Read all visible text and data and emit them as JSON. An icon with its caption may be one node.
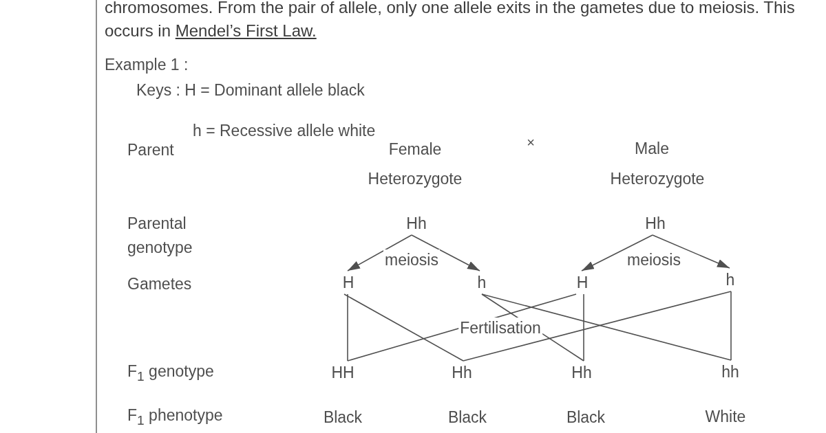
{
  "diagram": {
    "nodes": [
      {
        "text": [
          "Hh"
        ]
      },
      {
        "text": [
          "Hh"
        ]
      },
      {
        "text": [
          "H"
        ]
      },
      {
        "text": [
          "h"
        ]
      },
      {
        "text": [
          "H"
        ]
      },
      {
        "text": [
          "h"
        ]
      },
      {
        "text": [
          "HH"
        ]
      },
      {
        "text": [
          "Hh"
        ]
      },
      {
        "text": [
          "Hh"
        ]
      },
      {
        "text": [
          "hh"
        ]
      }
    ],
    "edges": [
      {
        "from": 0,
        "to": 2,
        "arrow": "to"
      },
      {
        "from": 0,
        "to": 3,
        "arrow": "to"
      },
      {
        "from": 1,
        "to": 4,
        "arrow": "to"
      },
      {
        "from": 1,
        "to": 5,
        "arrow": "to"
      },
      {
        "from": 2,
        "to": 6,
        "arrow": "none"
      },
      {
        "from": 2,
        "to": 7,
        "arrow": "none"
      },
      {
        "from": 3,
        "to": 8,
        "arrow": "none"
      },
      {
        "from": 3,
        "to": 9,
        "arrow": "none"
      },
      {
        "from": 4,
        "to": 6,
        "arrow": "none"
      },
      {
        "from": 4,
        "to": 8,
        "arrow": "none"
      },
      {
        "from": 5,
        "to": 7,
        "arrow": "none"
      },
      {
        "from": 5,
        "to": 9,
        "arrow": "none"
      }
    ],
    "labels": [
      "chromosomes. From the pair of allele, only one allele exits in the gametes due to meiosis. This occurs in",
      "Mendel’s First Law.",
      "Example 1 :",
      "Keys : H = Dominant allele black",
      "h = Recessive allele white",
      "Parent",
      "Female",
      "×",
      "Male",
      "Heterozygote",
      "Heterozygote",
      "Parental genotype",
      "meiosis",
      "meiosis",
      "Gametes",
      "Fertilisation",
      "F$_{1}$ genotype",
      "F$_{1}$ phenotype",
      "Black",
      "Black",
      "Black",
      "White"
    ]
  }
}
